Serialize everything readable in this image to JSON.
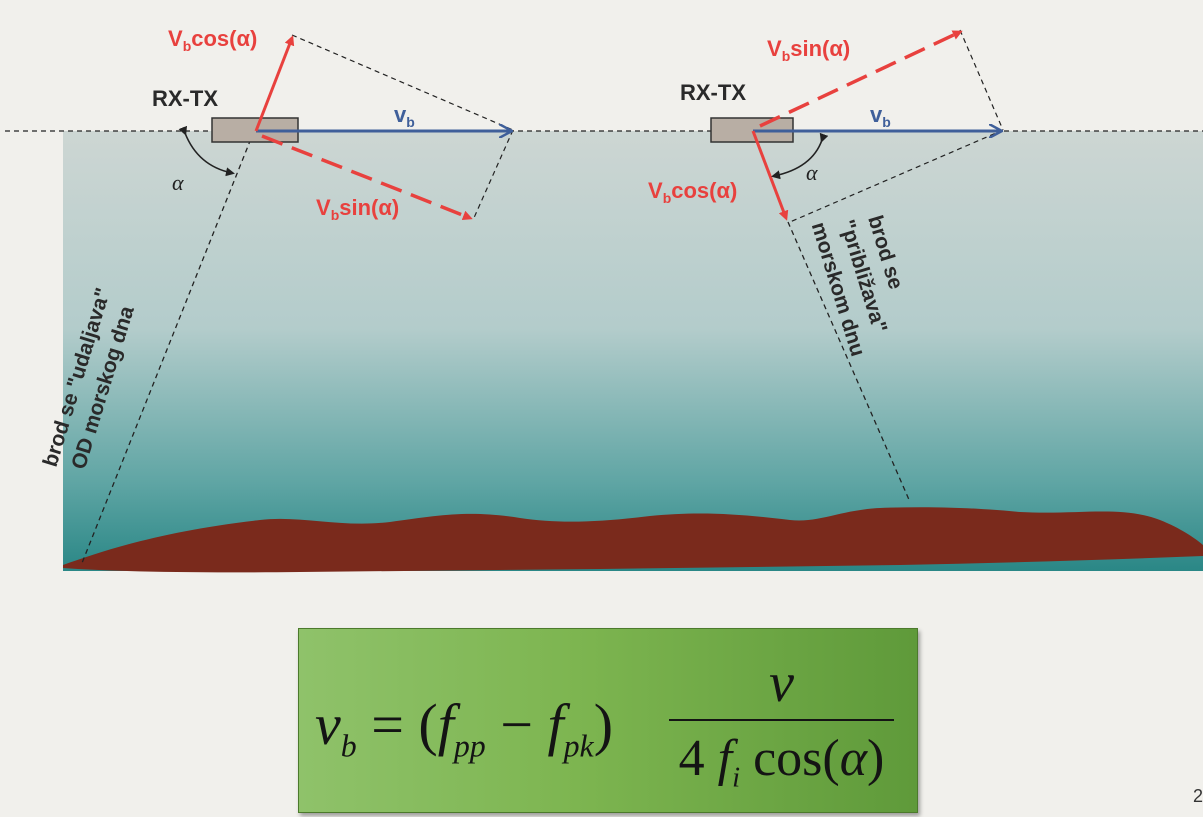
{
  "diagram": {
    "left_panel": {
      "device_label": "RX-TX",
      "vb_label_main": "V",
      "vb_label_sub": "b",
      "cos_label_tail": "cos(α)",
      "sin_label_tail": "sin(α)",
      "velocity_label_main": "v",
      "velocity_label_sub": "b",
      "angle_label": "α",
      "caption_line1": "brod se \"udaljava\"",
      "caption_line2": "OD morskog dna"
    },
    "right_panel": {
      "device_label": "RX-TX",
      "vb_label_main": "V",
      "vb_label_sub": "b",
      "cos_label_tail": "cos(α)",
      "sin_label_tail": "sin(α)",
      "velocity_label_main": "v",
      "velocity_label_sub": "b",
      "angle_label": "α",
      "caption_line1": "brod se",
      "caption_line2": "\"približava\"",
      "caption_line3": "morskom dnu"
    },
    "colors": {
      "red": "#e8413e",
      "blue": "#3f5f9a",
      "seabed": "#7a2a1c",
      "water_top": "#c9d4d1",
      "water_bottom": "#2f8b8a",
      "formula_bg": "#7db550"
    }
  },
  "formula": {
    "lhs_v": "v",
    "lhs_sub": "b",
    "eq": " = (",
    "f1": "f",
    "f1_sub": "pp",
    "minus": " − ",
    "f2": "f",
    "f2_sub": "pk",
    "close": ")",
    "numerator": "v",
    "den_4": "4",
    "den_f": "f",
    "den_sub": "i",
    "den_cos": " cos(",
    "den_alpha": "α",
    "den_close": ")"
  },
  "page_number": "2"
}
